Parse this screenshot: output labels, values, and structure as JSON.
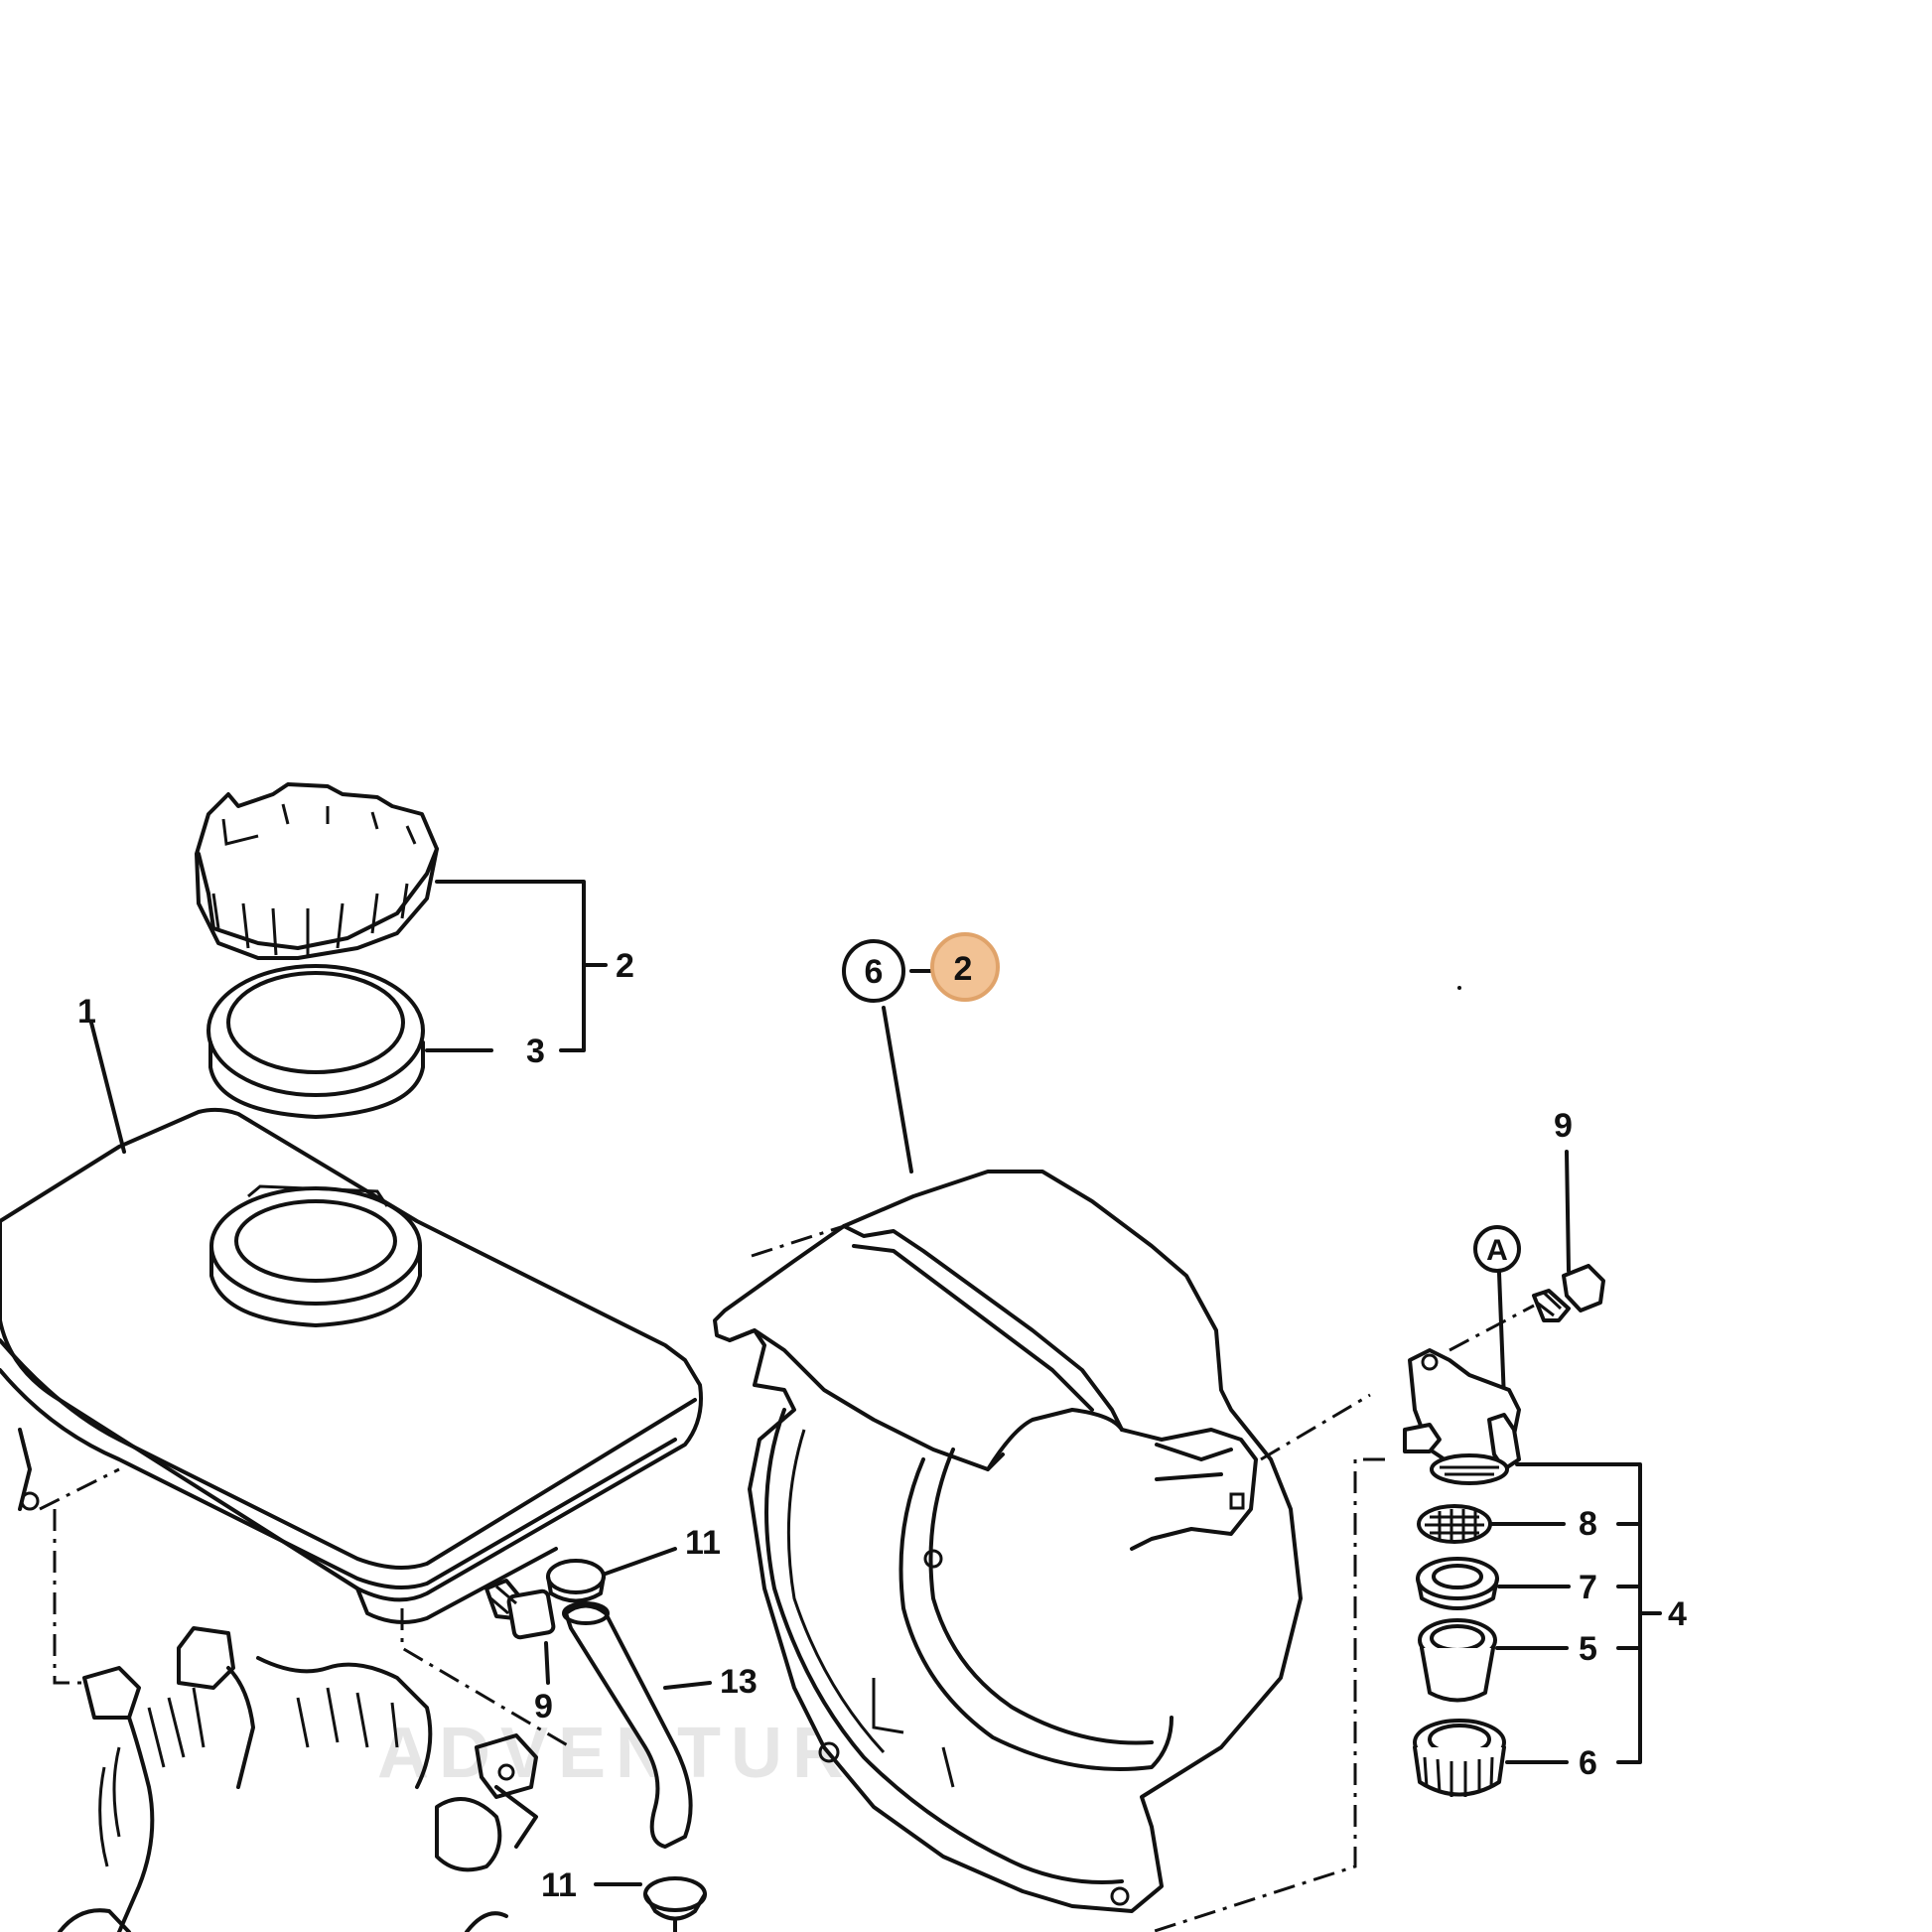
{
  "callouts": {
    "tank": "1",
    "cap_group": "2",
    "gasket": "3",
    "tap_group": "4",
    "strainer_cup": "5",
    "cover_ref": "6",
    "highlight": "2",
    "sealing_ring": "7",
    "filter": "8",
    "bolt_left": "9",
    "bolt_right": "9",
    "clip_top": "11",
    "clip_bottom": "11",
    "hose": "13",
    "union_nut": "6",
    "detail_a": "A"
  },
  "watermark": "ADVENTURE",
  "colors": {
    "line": "#111111",
    "highlight_fill": "#f2c294",
    "highlight_stroke": "#e0a36a",
    "background": "#ffffff",
    "watermark": "#e6e6e6"
  }
}
